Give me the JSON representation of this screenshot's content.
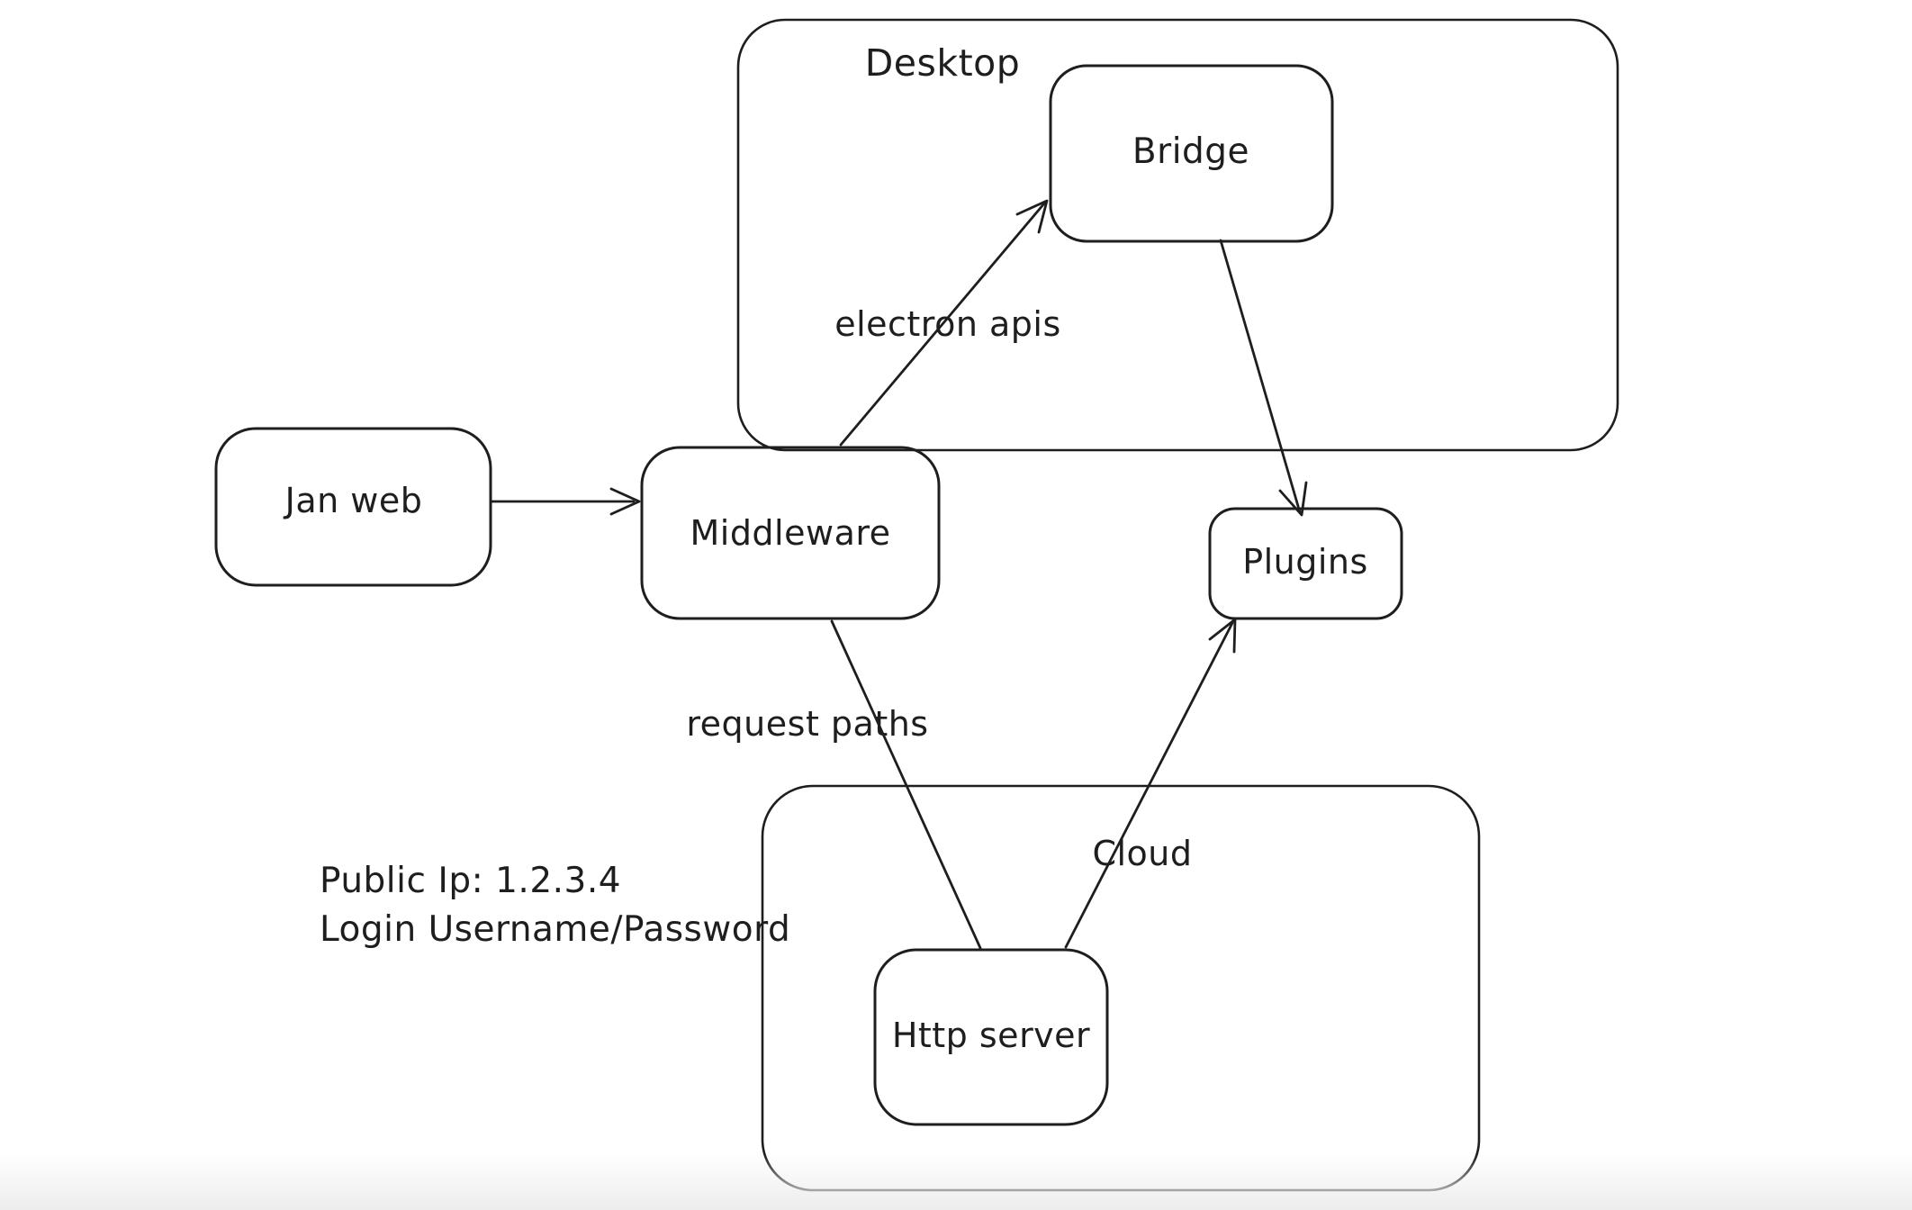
{
  "canvas": {
    "background_color": "#ffffff",
    "stroke_color": "#1e1e1e",
    "bottom_fade_color": "#ededed"
  },
  "containers": [
    {
      "id": "desktop",
      "label": "Desktop"
    },
    {
      "id": "cloud",
      "label": "Cloud"
    }
  ],
  "nodes": [
    {
      "id": "jan-web",
      "label": "Jan web"
    },
    {
      "id": "middleware",
      "label": "Middleware"
    },
    {
      "id": "bridge",
      "label": "Bridge"
    },
    {
      "id": "plugins",
      "label": "Plugins"
    },
    {
      "id": "http-server",
      "label": "Http server"
    }
  ],
  "edges": [
    {
      "from": "jan-web",
      "to": "middleware",
      "label": "",
      "arrowhead": true
    },
    {
      "from": "middleware",
      "to": "bridge",
      "label": "electron apis",
      "arrowhead": true
    },
    {
      "from": "bridge",
      "to": "plugins",
      "label": "",
      "arrowhead": true
    },
    {
      "from": "middleware",
      "to": "http-server",
      "label": "request paths",
      "arrowhead": false
    },
    {
      "from": "http-server",
      "to": "plugins",
      "label": "",
      "arrowhead": true
    }
  ],
  "annotations": [
    {
      "text": "Public Ip: 1.2.3.4"
    },
    {
      "text": "Login Username/Password"
    }
  ]
}
